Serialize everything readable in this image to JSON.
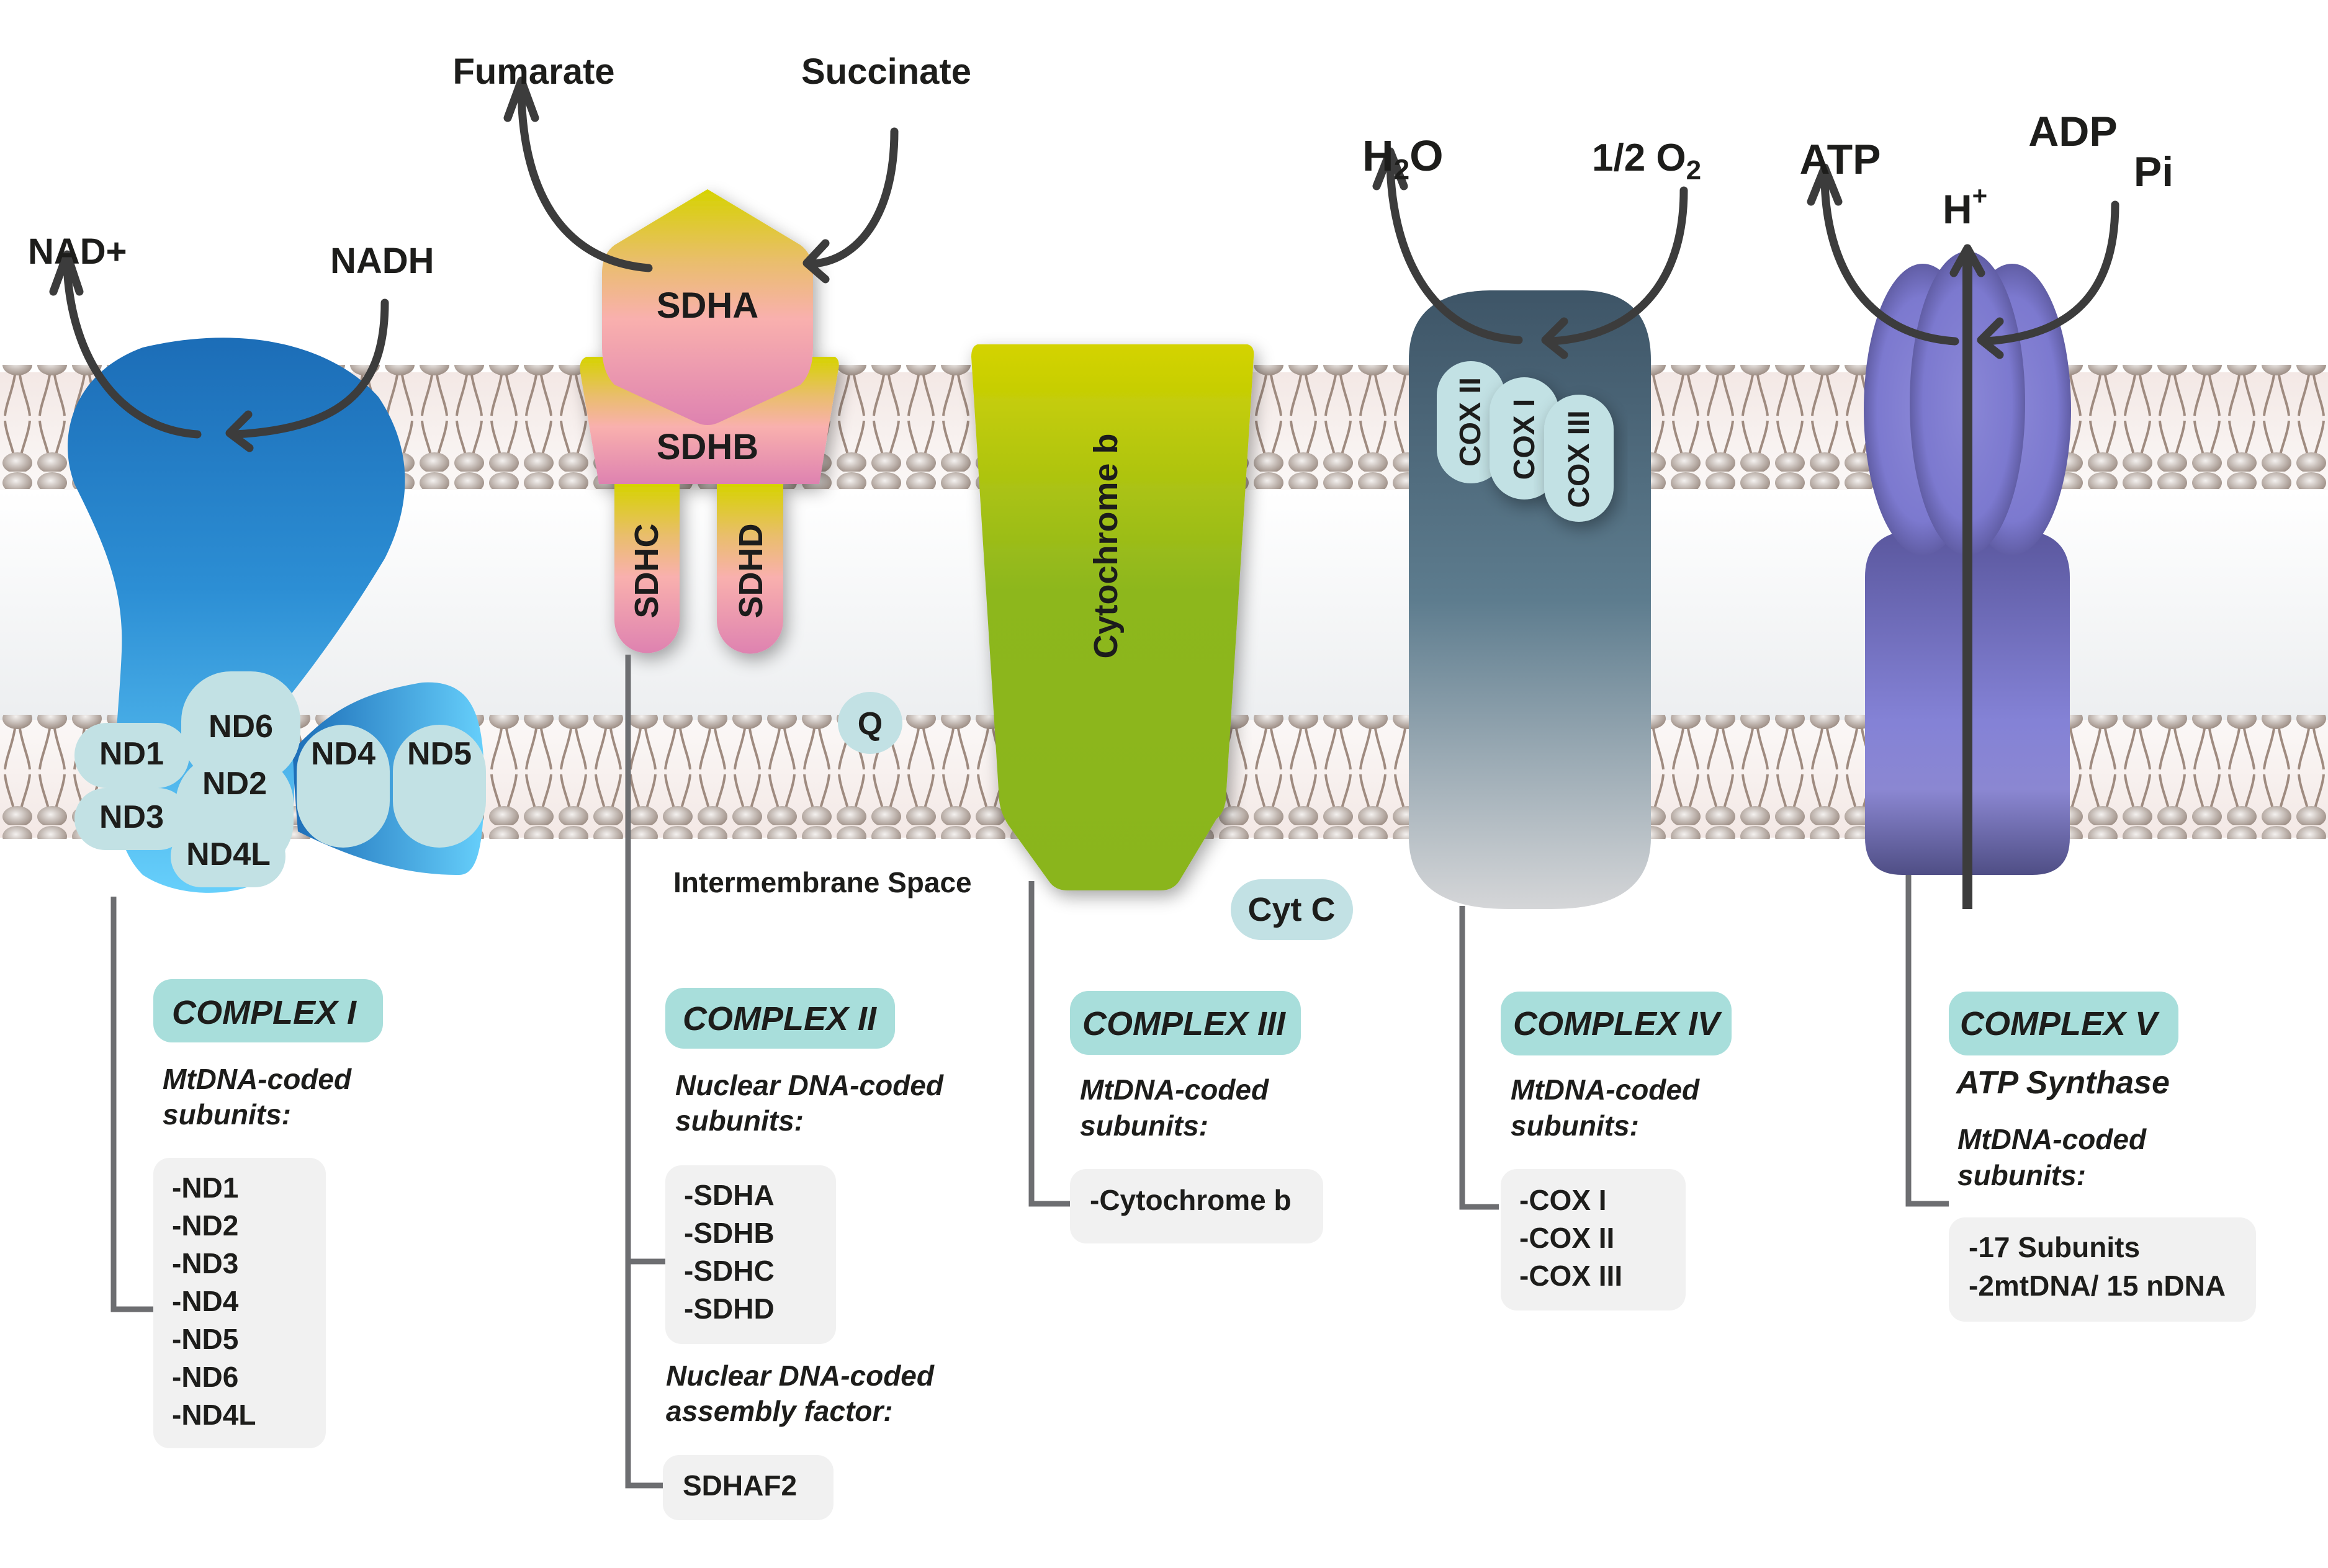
{
  "regions": {
    "intermembrane_space": "Intermembrane Space"
  },
  "complex_i": {
    "substrate": "NADH",
    "product": "NAD+",
    "subunits_shown": [
      "ND6",
      "ND1",
      "ND2",
      "ND3",
      "ND4L",
      "ND4",
      "ND5"
    ],
    "title": "COMPLEX I",
    "caption_line1": "MtDNA-coded",
    "caption_line2": "subunits:",
    "list": [
      "-ND1",
      "-ND2",
      "-ND3",
      "-ND4",
      "-ND5",
      "-ND6",
      "-ND4L"
    ],
    "color": "#1e73be"
  },
  "complex_ii": {
    "substrate": "Succinate",
    "product": "Fumarate",
    "subunits_shown": [
      "SDHA",
      "SDHB",
      "SDHC",
      "SDHD"
    ],
    "title": "COMPLEX II",
    "caption_line1": "Nuclear DNA-coded",
    "caption_line2": "subunits:",
    "list": [
      "-SDHA",
      "-SDHB",
      "-SDHC",
      "-SDHD"
    ],
    "assembly_caption_line1": "Nuclear DNA-coded",
    "assembly_caption_line2": "assembly factor:",
    "assembly_factor": "SDHAF2",
    "color": "#f7a9b0"
  },
  "ubiquinone": {
    "label": "Q"
  },
  "complex_iii": {
    "subunit_shown": "Cytochrome b",
    "title": "COMPLEX III",
    "caption_line1": "MtDNA-coded",
    "caption_line2": "subunits:",
    "list": [
      "-Cytochrome b"
    ],
    "color": "#8db71f"
  },
  "cytochrome_c": {
    "label": "Cyt C"
  },
  "complex_iv": {
    "substrate_prefix": "1/2 O",
    "substrate_sub": "2",
    "product_prefix": "H",
    "product_sub": "2",
    "product_suffix": "O",
    "subunits_shown": [
      "COX II",
      "COX I",
      "COX III"
    ],
    "title": "COMPLEX IV",
    "caption_line1": "MtDNA-coded",
    "caption_line2": "subunits:",
    "list": [
      "-COX I",
      "-COX II",
      "-COX III"
    ],
    "color": "#3f5667"
  },
  "complex_v": {
    "substrate_1": "ADP",
    "substrate_2": "Pi",
    "product": "ATP",
    "proton": "H",
    "proton_sup": "+",
    "title": "COMPLEX V",
    "subtitle": "ATP Synthase",
    "caption_line1": "MtDNA-coded",
    "caption_line2": "subunits:",
    "list": [
      "-17 Subunits",
      "-2mtDNA/ 15 nDNA"
    ],
    "color": "#6b68b4"
  }
}
